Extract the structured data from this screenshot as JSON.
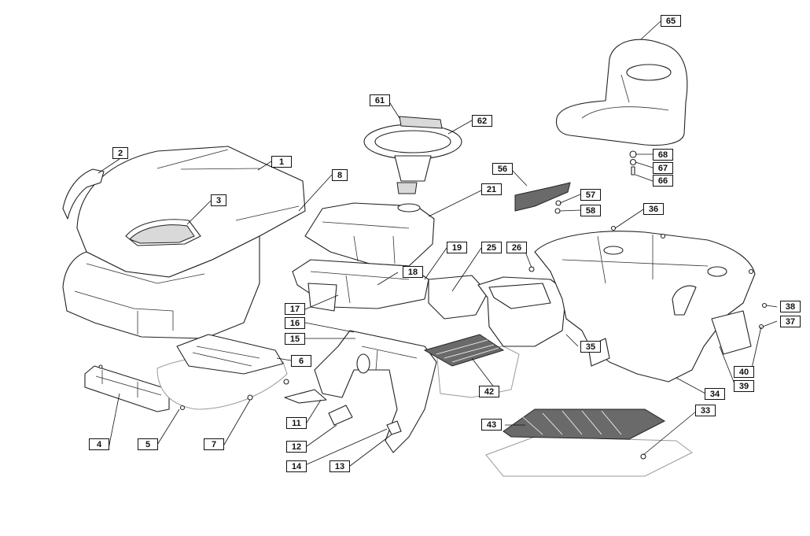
{
  "diagram": {
    "callouts": [
      "1",
      "2",
      "3",
      "4",
      "5",
      "6",
      "7",
      "8",
      "11",
      "12",
      "13",
      "14",
      "15",
      "16",
      "17",
      "18",
      "19",
      "21",
      "25",
      "26",
      "33",
      "34",
      "35",
      "36",
      "37",
      "38",
      "39",
      "40",
      "42",
      "43",
      "56",
      "57",
      "58",
      "61",
      "62",
      "65",
      "66",
      "67",
      "68"
    ]
  }
}
